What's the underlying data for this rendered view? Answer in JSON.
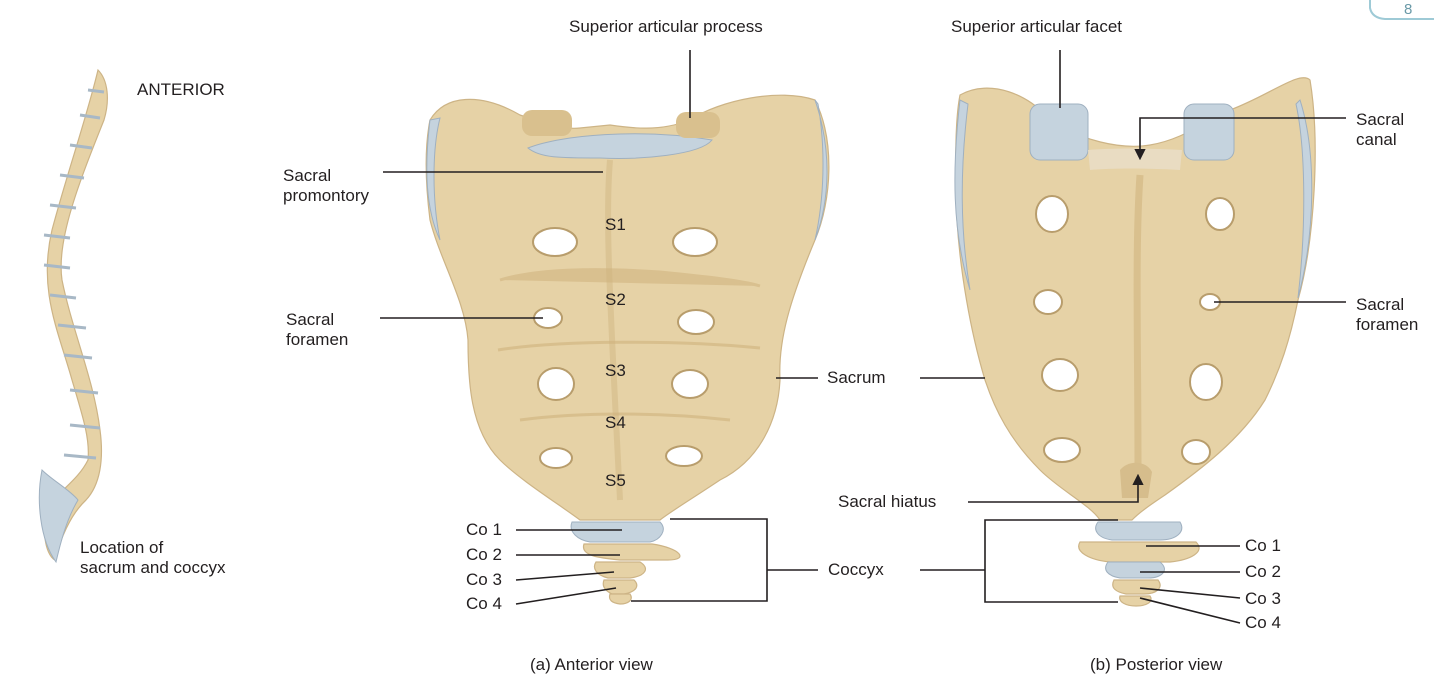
{
  "colors": {
    "bone": "#e6d2a6",
    "cartilage": "#c5d3de",
    "leader": "#231f20"
  },
  "spine": {
    "orientation_label": "ANTERIOR",
    "location_caption": [
      "Location of",
      "sacrum and coccyx"
    ]
  },
  "anterior": {
    "top_label": "Superior articular process",
    "promontory": [
      "Sacral",
      "promontory"
    ],
    "foramen": [
      "Sacral",
      "foramen"
    ],
    "segments": [
      "S1",
      "S2",
      "S3",
      "S4",
      "S5"
    ],
    "coccyx_segments": [
      "Co 1",
      "Co 2",
      "Co 3",
      "Co 4"
    ],
    "caption": "(a) Anterior view"
  },
  "shared": {
    "sacrum": "Sacrum",
    "coccyx": "Coccyx"
  },
  "posterior": {
    "top_label": "Superior articular facet",
    "canal": [
      "Sacral",
      "canal"
    ],
    "foramen": [
      "Sacral",
      "foramen"
    ],
    "hiatus": "Sacral hiatus",
    "coccyx_segments": [
      "Co 1",
      "Co 2",
      "Co 3",
      "Co 4"
    ],
    "caption": "(b) Posterior view"
  },
  "corner_glyph": "8"
}
